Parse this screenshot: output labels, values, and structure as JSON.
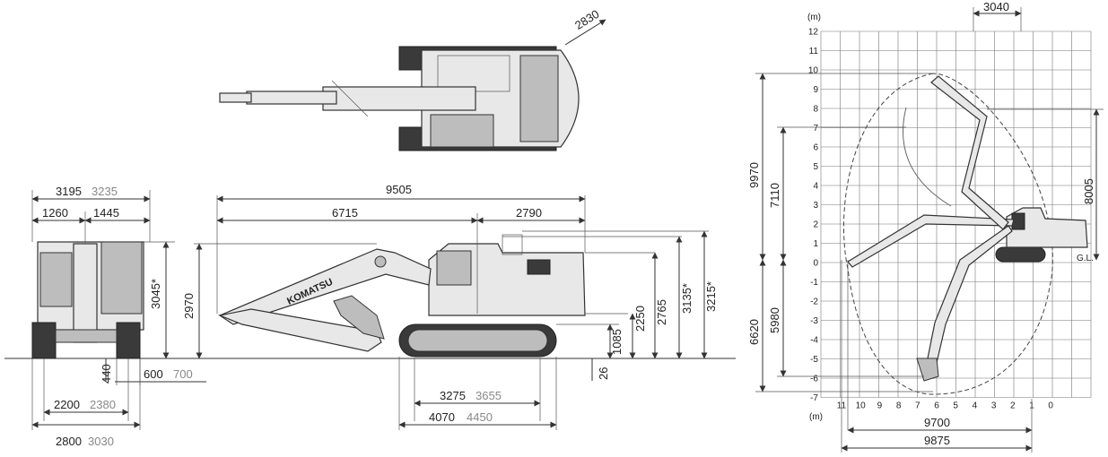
{
  "top_view": {
    "dim": "2830"
  },
  "front_view": {
    "overall_width": "3195",
    "overall_width_alt": "3235",
    "left_part": "1260",
    "right_part": "1445",
    "height_right": "3045*",
    "height_left": "2970",
    "shoe_offset": "440",
    "shoe_width": "600",
    "shoe_width_alt": "700",
    "gauge": "2200",
    "gauge_alt": "2380",
    "track_width": "2800",
    "track_width_alt": "3030"
  },
  "side_view": {
    "overall_length": "9505",
    "front_length": "6715",
    "tail_length": "2790",
    "clearance": "1085",
    "counterweight_height": "2250",
    "cab_height": "2765",
    "height_3135": "3135*",
    "height_3215": "3215*",
    "grouser": "26",
    "tumbler_distance": "3275",
    "tumbler_distance_alt": "3655",
    "track_length": "4070",
    "track_length_alt": "4450",
    "brand": "KOMATSU"
  },
  "working_range": {
    "unit": "(m)",
    "y_ticks": [
      "12",
      "11",
      "10",
      "9",
      "8",
      "7",
      "6",
      "5",
      "4",
      "3",
      "2",
      "1",
      "0",
      "-1",
      "-2",
      "-3",
      "-4",
      "-5",
      "-6",
      "-7"
    ],
    "x_ticks": [
      "11",
      "10",
      "9",
      "8",
      "7",
      "6",
      "5",
      "4",
      "3",
      "2",
      "1",
      "0"
    ],
    "top_dim": "3040",
    "left_dims": [
      "9970",
      "7110",
      "6620",
      "5980"
    ],
    "right_dim": "8005",
    "ground": "G.L.",
    "bottom_dims": [
      "9700",
      "9875"
    ]
  }
}
